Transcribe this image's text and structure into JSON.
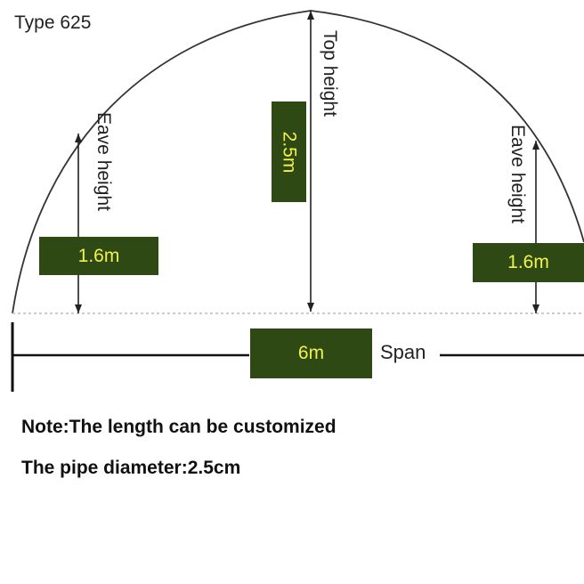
{
  "diagram": {
    "title": "Type 625",
    "labels": {
      "top_height": "Top height",
      "eave_height_left": "Eave height",
      "eave_height_right": "Eave height",
      "span": "Span"
    },
    "values": {
      "top_height": "2.5m",
      "eave_height_left": "1.6m",
      "eave_height_right": "1.6m",
      "span": "6m"
    },
    "notes": [
      "Note:The length can be customized",
      "The pipe diameter:2.5cm"
    ],
    "colors": {
      "value_box": "#2f4914",
      "value_text": "#f1f24a",
      "lines": "#222222"
    }
  }
}
